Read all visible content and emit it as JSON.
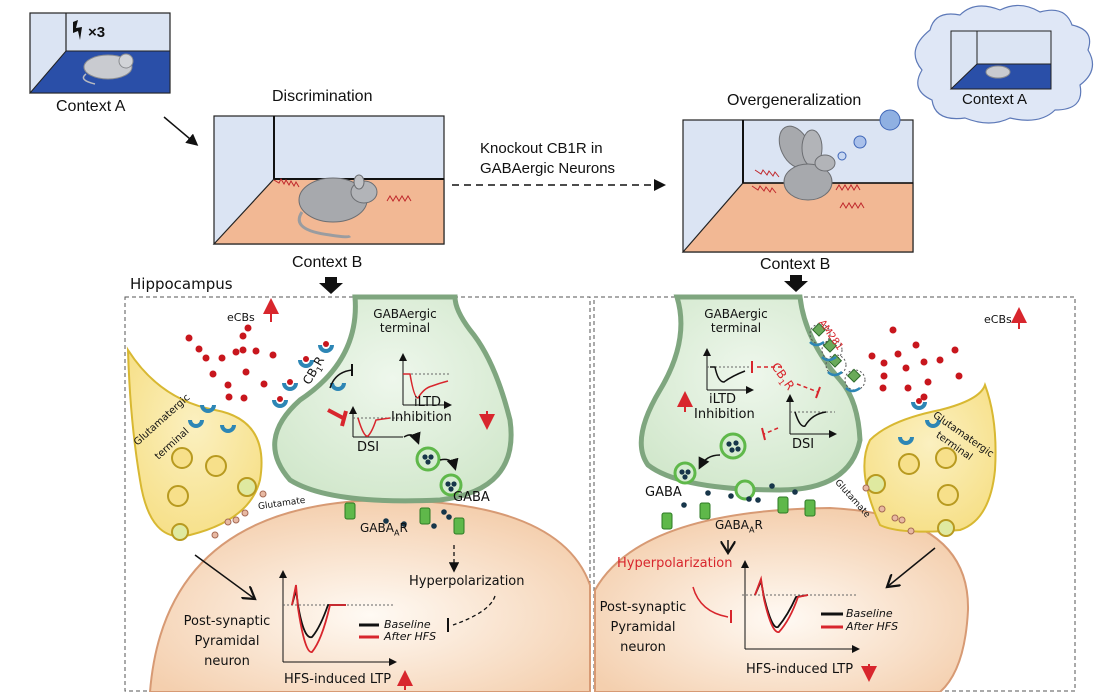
{
  "colors": {
    "red": "#d8262d",
    "wall": "#dbe4f3",
    "blue_floor": "#2a4fa8",
    "orange_floor": "#f2b894",
    "gaba_terminal": "#d6ecd2",
    "gaba_outline": "#7fa67f",
    "glut_terminal": "#f7e08a",
    "glut_outline": "#d8b832",
    "neuron": "#f6d7bd",
    "neuron_outline": "#d79a74",
    "receptor": "#2d86b5",
    "vesicle_green": "#5fb84a",
    "gaba_dot": "#17364a",
    "ecb_dot": "#c8161d",
    "thought_bubble": "#8fb0e2"
  },
  "top": {
    "context_a": {
      "label": "Context A",
      "shock_label": "×3"
    },
    "discrimination": {
      "title": "Discrimination",
      "context_label": "Context B"
    },
    "knockout": {
      "line1": "Knockout CB1R in",
      "line2": "GABAergic Neurons"
    },
    "overgeneralization": {
      "title": "Overgeneralization",
      "context_label": "Context B"
    },
    "memory_cloud": {
      "label": "Context A"
    }
  },
  "left_panel": {
    "region_label": "Hippocampus",
    "ecbs": "eCBs",
    "gabaergic_terminal": [
      "GABAergic",
      "terminal"
    ],
    "cb1r": "CB",
    "cb1r_sub": "1",
    "cb1r_tail": "R",
    "iltd": "iLTD",
    "inhibition": "Inhibition",
    "dsi": "DSI",
    "gaba": "GABA",
    "gabaar": "GABA",
    "gabaar_sub": "A",
    "gabaar_tail": "R",
    "glutamatergic_terminal": [
      "Glutamatergic",
      "terminal"
    ],
    "glutamate": "Glutamate",
    "hyperpolarization": "Hyperpolarization",
    "neuron_label": [
      "Post-synaptic",
      "Pyramidal",
      "neuron"
    ],
    "legend": [
      "Baseline",
      "After HFS"
    ],
    "ltp_label": "HFS-induced LTP",
    "ltp_direction": "up",
    "inhibition_direction": "down",
    "ecbs_direction": "up"
  },
  "right_panel": {
    "ecbs": "eCBs",
    "antagonist": "AM281",
    "gabaergic_terminal": [
      "GABAergic",
      "terminal"
    ],
    "cb1r": "CB",
    "cb1r_sub": "1",
    "cb1r_tail": "R",
    "iltd": "iLTD",
    "inhibition": "Inhibition",
    "dsi": "DSI",
    "gaba": "GABA",
    "gabaar": "GABA",
    "gabaar_sub": "A",
    "gabaar_tail": "R",
    "glutamatergic_terminal": [
      "Glutamatergic",
      "terminal"
    ],
    "glutamate": "Glutamate",
    "hyperpolarization": "Hyperpolarization",
    "neuron_label": [
      "Post-synaptic",
      "Pyramidal",
      "neuron"
    ],
    "legend": [
      "Baseline",
      "After HFS"
    ],
    "ltp_label": "HFS-induced LTP",
    "ltp_direction": "down",
    "inhibition_direction": "up",
    "ecbs_direction": "up"
  }
}
